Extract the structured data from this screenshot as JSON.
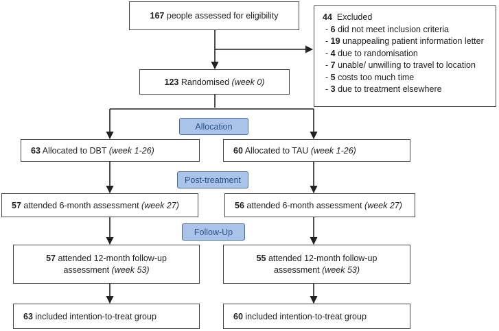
{
  "assessed": {
    "count": "167",
    "text": "people assessed for eligibility"
  },
  "excluded": {
    "count": "44",
    "title": "Excluded",
    "reasons": [
      {
        "count": "6",
        "text": "did not meet inclusion criteria"
      },
      {
        "count": "19",
        "text": "unappealing patient information letter"
      },
      {
        "count": "4",
        "text": "due to randomisation"
      },
      {
        "count": "7",
        "text": "unable/ unwilling to travel to location"
      },
      {
        "count": "5",
        "text": "costs too much time"
      },
      {
        "count": "3",
        "text": "due to treatment elsewhere"
      }
    ]
  },
  "randomised": {
    "count": "123",
    "text": "Randomised",
    "week": "(week 0)"
  },
  "stages": {
    "allocation": "Allocation",
    "post_treatment": "Post-treatment",
    "follow_up": "Follow-Up"
  },
  "dbt": {
    "allocated": {
      "count": "63",
      "text": "Allocated to DBT",
      "week": "(week 1-26)"
    },
    "six_month": {
      "count": "57",
      "text": "attended 6-month assessment",
      "week": "(week 27)"
    },
    "twelve_month": {
      "count": "57",
      "text": "attended 12-month follow-up",
      "text2": "assessment",
      "week": "(week 53)"
    },
    "itt": {
      "count": "63",
      "text": "included intention-to-treat group"
    }
  },
  "tau": {
    "allocated": {
      "count": "60",
      "text": "Allocated to TAU",
      "week": "(week 1-26)"
    },
    "six_month": {
      "count": "56",
      "text": "attended 6-month assessment",
      "week": "(week 27)"
    },
    "twelve_month": {
      "count": "55",
      "text": "attended 12-month follow-up",
      "text2": "assessment",
      "week": "(week 53)"
    },
    "itt": {
      "count": "60",
      "text": "included intention-to-treat group"
    }
  }
}
